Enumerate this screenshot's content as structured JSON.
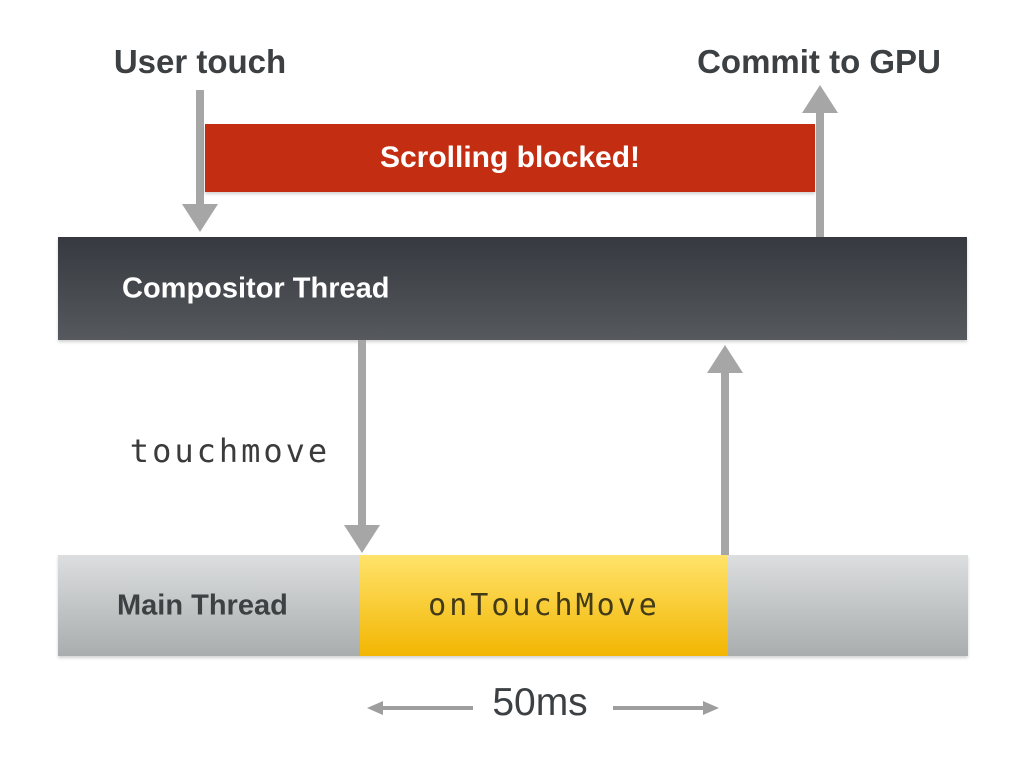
{
  "diagram": {
    "title_implied": "Touch scrolling blocked by main-thread event handler",
    "top_labels": {
      "user_touch": "User touch",
      "commit_to_gpu": "Commit to GPU"
    },
    "blocked_banner": {
      "label": "Scrolling blocked!"
    },
    "compositor": {
      "label": "Compositor Thread"
    },
    "event": {
      "label": "touchmove"
    },
    "main_thread": {
      "label": "Main Thread",
      "handler_label": "onTouchMove"
    },
    "duration": {
      "label": "50ms"
    },
    "flow": [
      "User touch -> Compositor Thread",
      "Compositor Thread -> Main Thread (touchmove)",
      "Main Thread onTouchMove (50ms) -> Compositor Thread",
      "Compositor Thread -> Commit to GPU (scrolling blocked meanwhile)"
    ]
  },
  "colors": {
    "blocked_red": "#c32d12",
    "compositor_top": "#363a40",
    "compositor_bottom": "#56595d",
    "main_top": "#dcdedf",
    "main_bottom": "#a9adad",
    "handler_top": "#ffe36b",
    "handler_bottom": "#f2b602",
    "arrow_gray": "#a6a6a6",
    "arrow_gray2": "#9e9e9e"
  }
}
